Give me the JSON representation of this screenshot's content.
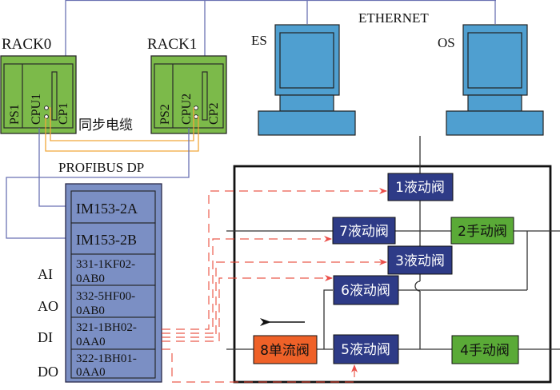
{
  "network": {
    "ethernet_label": "ETHERNET",
    "profibus_label": "PROFIBUS DP",
    "sync_cable_label": "同步电缆"
  },
  "racks": [
    {
      "name": "RACK0",
      "modules": [
        "PS1",
        "CPU1",
        "CP1"
      ]
    },
    {
      "name": "RACK1",
      "modules": [
        "PS2",
        "CPU2",
        "CP2"
      ]
    }
  ],
  "stations": [
    {
      "name": "ES"
    },
    {
      "name": "OS"
    }
  ],
  "io_station": {
    "interfaces": [
      "IM153-2A",
      "IM153-2B"
    ],
    "modules": [
      {
        "type": "AI",
        "line1": "331-1KF02-",
        "line2": "0AB0"
      },
      {
        "type": "AO",
        "line1": "332-5HF00-",
        "line2": "0AB0"
      },
      {
        "type": "DI",
        "line1": "321-1BH02-",
        "line2": "0AA0"
      },
      {
        "type": "DO",
        "line1": "322-1BH01-",
        "line2": "0AA0"
      }
    ]
  },
  "valves": [
    {
      "id": "v1",
      "label": "1液动阀",
      "kind": "hydraulic"
    },
    {
      "id": "v2",
      "label": "2手动阀",
      "kind": "manual"
    },
    {
      "id": "v3",
      "label": "3液动阀",
      "kind": "hydraulic"
    },
    {
      "id": "v4",
      "label": "4手动阀",
      "kind": "manual"
    },
    {
      "id": "v5",
      "label": "5液动阀",
      "kind": "hydraulic"
    },
    {
      "id": "v6",
      "label": "6液动阀",
      "kind": "hydraulic"
    },
    {
      "id": "v7",
      "label": "7液动阀",
      "kind": "hydraulic"
    },
    {
      "id": "v8",
      "label": "8单流阀",
      "kind": "check"
    }
  ],
  "colors": {
    "rack_fill": "#7cba4a",
    "computer_fill": "#4f9fd0",
    "io_fill": "#7b8fc4",
    "hydraulic_fill": "#2e3b87",
    "manual_fill": "#5aaa37",
    "check_fill": "#ef6128",
    "network_line": "#6b72b3",
    "sync_line": "#f0a73a",
    "signal_line": "#e8402f"
  }
}
